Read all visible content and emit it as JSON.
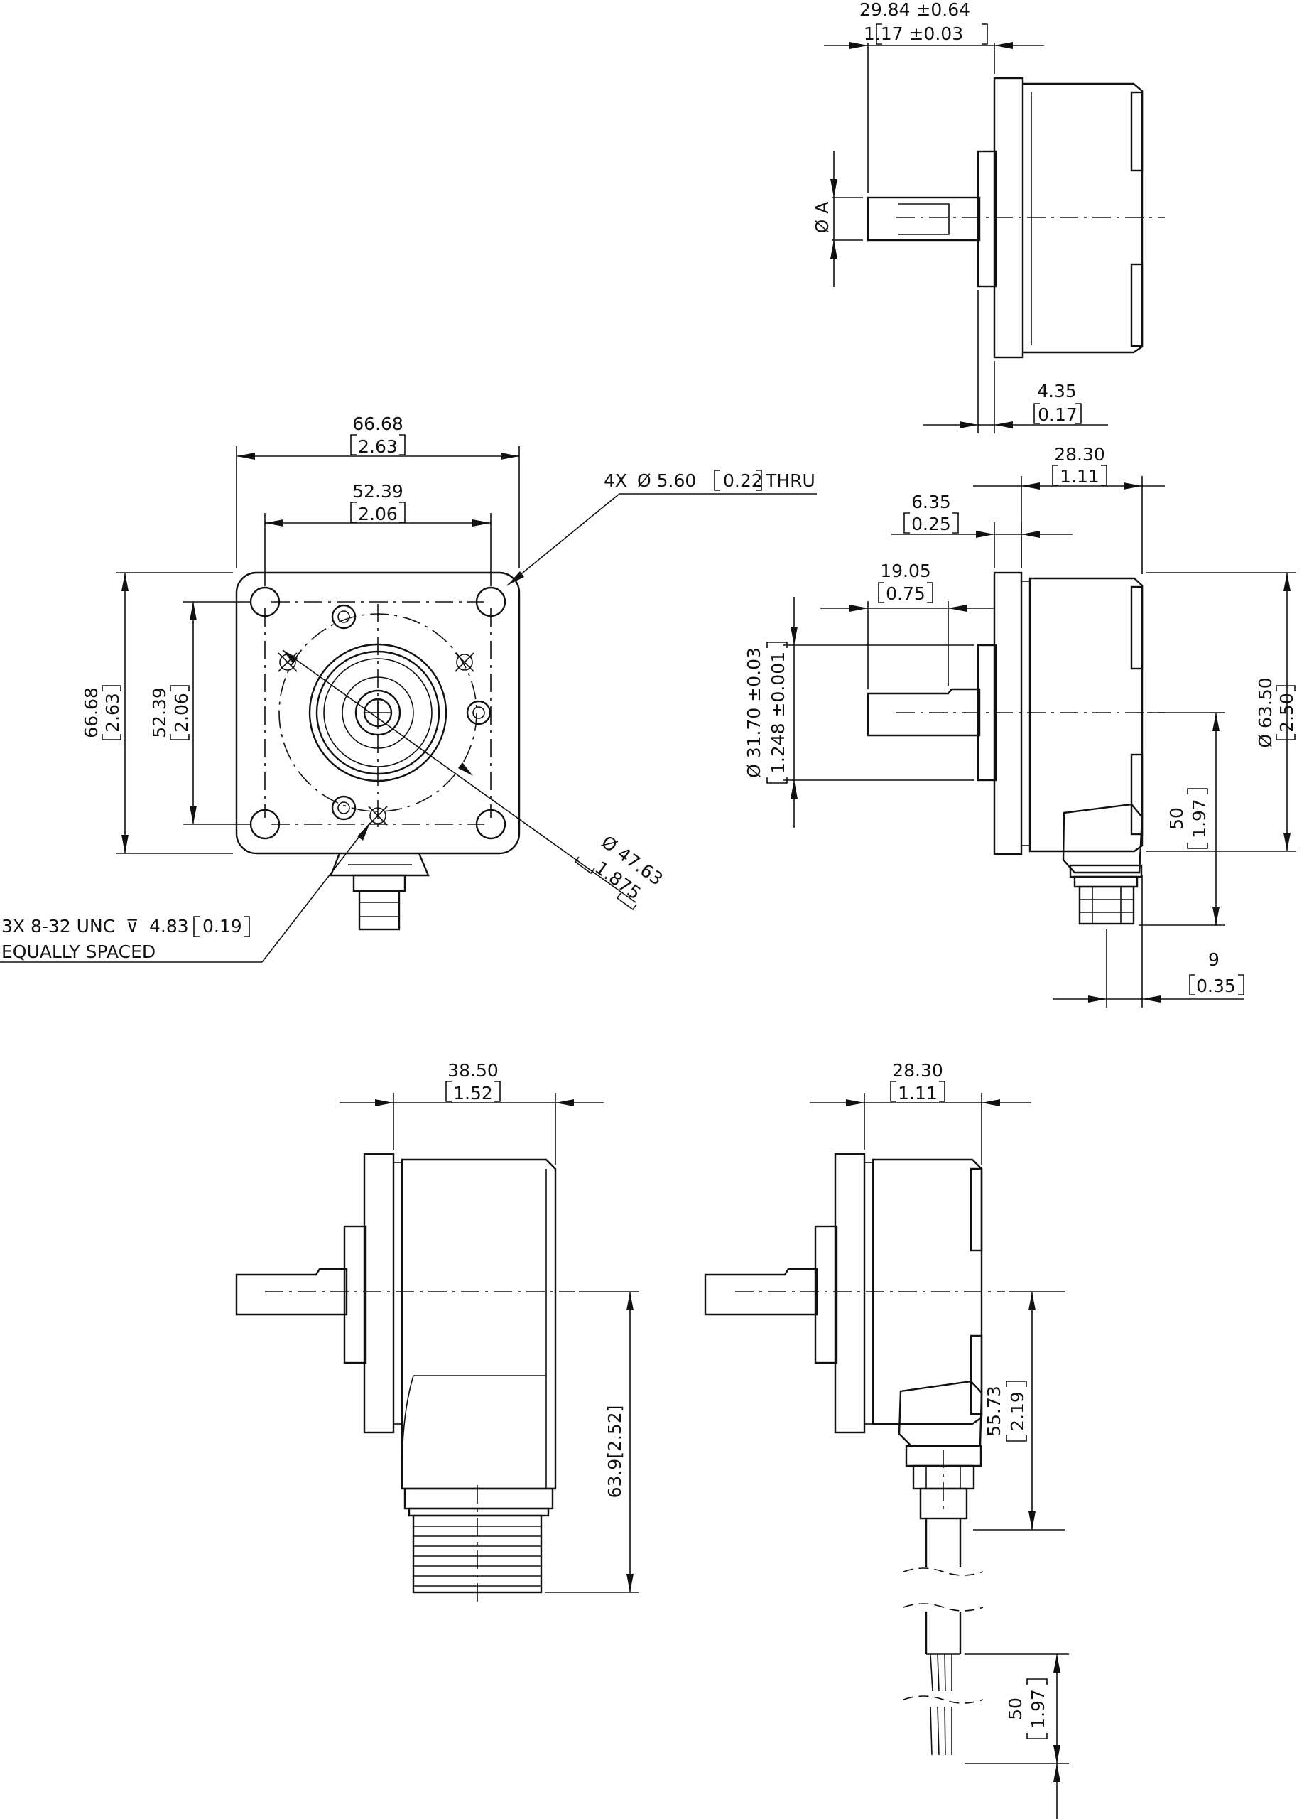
{
  "views": {
    "side_top": {
      "dim_shaft_length": {
        "mm": "29.84  ±0.64",
        "in": "1.17  ±0.03"
      },
      "dim_shaft_dia": {
        "label": "Ø A"
      },
      "dim_pilot": {
        "mm": "4.35",
        "in": "0.17"
      }
    },
    "front": {
      "dim_overall_width": {
        "mm": "66.68",
        "in": "2.63"
      },
      "dim_bolt_width": {
        "mm": "52.39",
        "in": "2.06"
      },
      "dim_overall_height": {
        "mm": "66.68",
        "in": "2.63"
      },
      "dim_bolt_height": {
        "mm": "52.39",
        "in": "2.06"
      },
      "dim_bolt_circle": {
        "mm": "Ø 47.63",
        "in": "1.875"
      },
      "callout_thru": {
        "prefix": "4X",
        "value": "Ø 5.60",
        "in": "0.22",
        "suffix": "THRU"
      },
      "callout_tapped": {
        "line1": "3X 8-32 UNC",
        "depth_symbol": "⊽",
        "depth": "4.83",
        "depth_in": "0.19",
        "line2": "EQUALLY SPACED"
      }
    },
    "side_mid": {
      "dim_body": {
        "mm": "28.30",
        "in": "1.11"
      },
      "dim_flange": {
        "mm": "6.35",
        "in": "0.25"
      },
      "dim_shaft": {
        "mm": "19.05",
        "in": "0.75"
      },
      "dim_pilot_dia": {
        "mm": "Ø 31.70 ±0.03",
        "in": "1.248 ±0.001"
      },
      "dim_body_dia": {
        "mm": "Ø 63.50",
        "in": "2.50"
      },
      "dim_connector": {
        "mm": "50",
        "in": "1.97"
      },
      "dim_offset": {
        "mm": "9",
        "in": "0.35"
      }
    },
    "bottom_left": {
      "dim_body": {
        "mm": "38.50",
        "in": "1.52"
      },
      "dim_height": {
        "label": "63.9[2.52]"
      }
    },
    "bottom_right": {
      "dim_body": {
        "mm": "28.30",
        "in": "1.11"
      },
      "dim_gland": {
        "mm": "55.73",
        "in": "2.19"
      },
      "dim_lead": {
        "mm": "50",
        "in": "1.97"
      }
    }
  }
}
